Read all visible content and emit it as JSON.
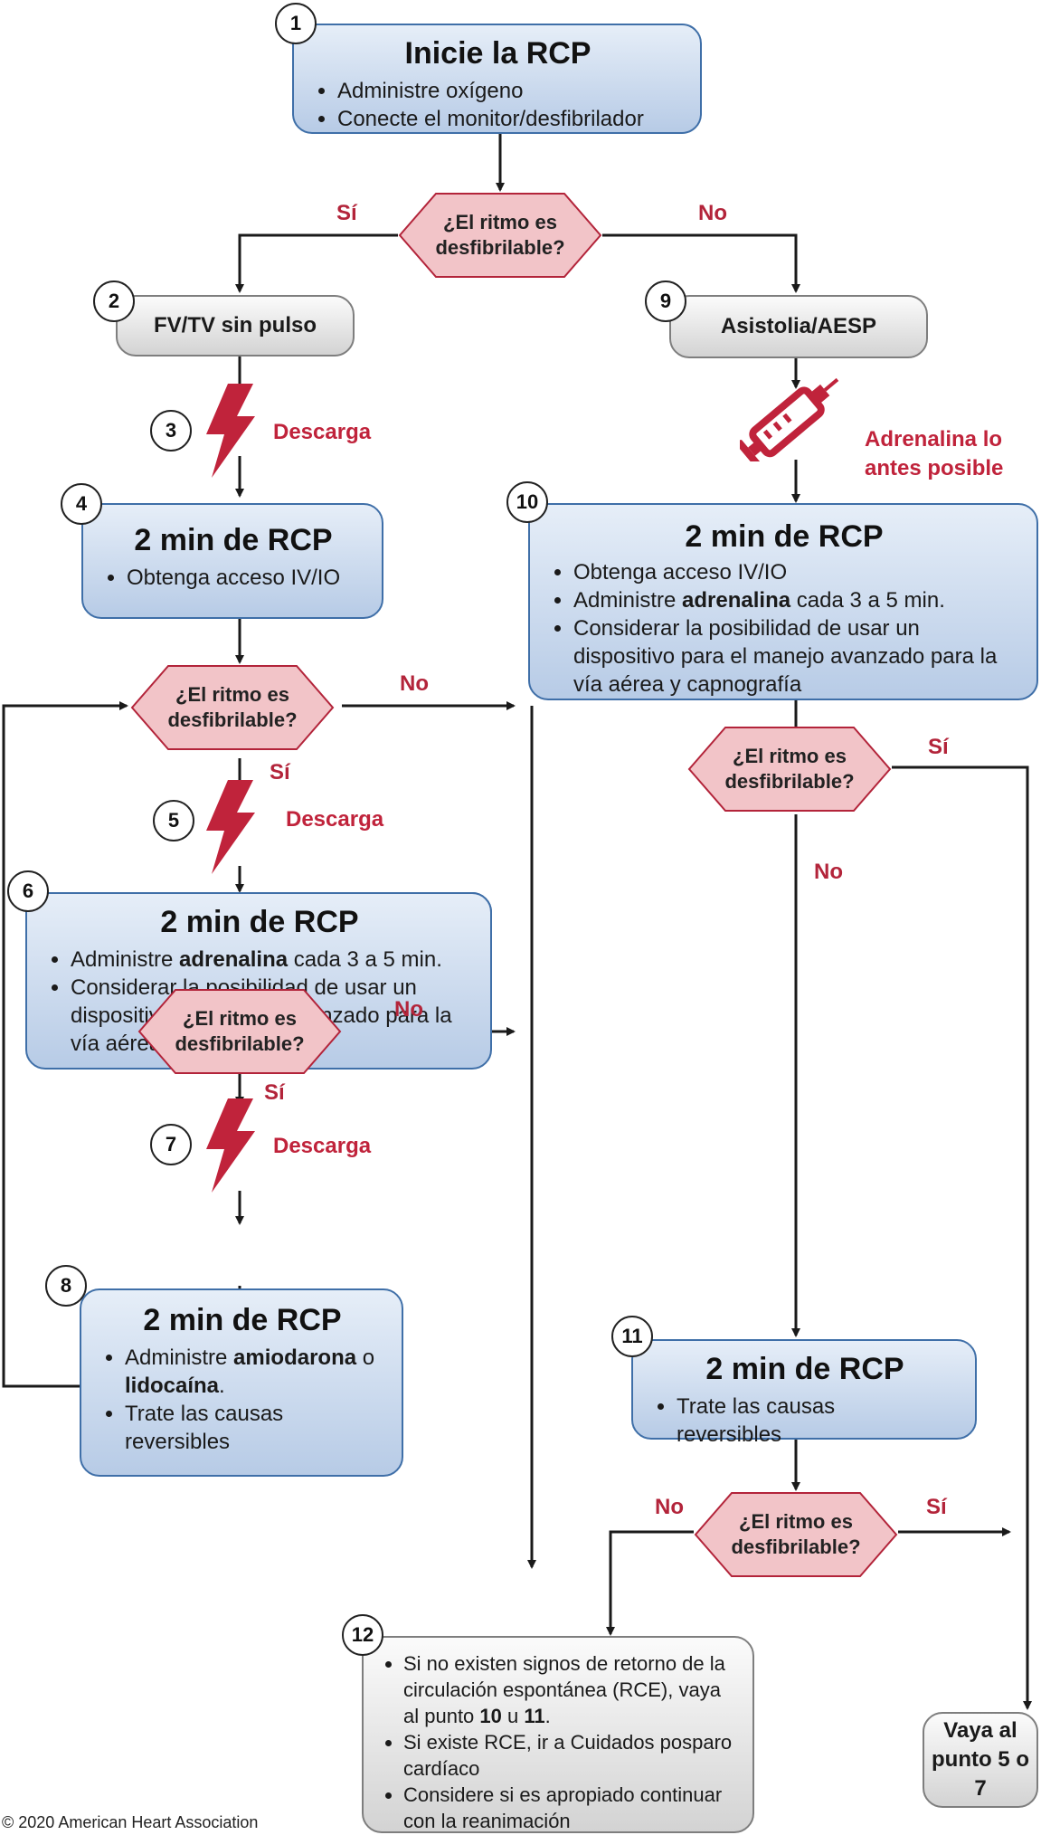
{
  "colors": {
    "box_blue_border": "#3f6fa8",
    "box_blue_fill": "#c4d5ec",
    "diamond_fill": "#f2c4c8",
    "diamond_border": "#b3243a",
    "answer_red": "#b3243a",
    "shock_red": "#c0233b",
    "line": "#1a1a1a"
  },
  "icons": {
    "shock": "lightning-bolt-icon",
    "drug": "syringe-icon"
  },
  "decision_text": "¿El ritmo es desfibrilable?",
  "answers": {
    "yes": "Sí",
    "no": "No"
  },
  "steps": {
    "s1": {
      "num": "1",
      "title": "Inicie la RCP",
      "items": [
        "Administre oxígeno",
        "Conecte el monitor/desfibrilador"
      ]
    },
    "s2": {
      "num": "2",
      "label": "FV/TV sin pulso"
    },
    "s3": {
      "num": "3",
      "action": "Descarga"
    },
    "s4": {
      "num": "4",
      "title": "2 min de RCP",
      "items": [
        "Obtenga acceso IV/IO"
      ]
    },
    "s5": {
      "num": "5",
      "action": "Descarga"
    },
    "s6": {
      "num": "6",
      "title": "2 min de RCP",
      "item1_pre": "Administre ",
      "item1_bold": "adrenalina",
      "item1_post": " cada 3 a 5 min.",
      "item2": "Considerar la posibilidad de usar un dispositivo de manejo avanzado para la vía aérea y capnografía"
    },
    "s7": {
      "num": "7",
      "action": "Descarga"
    },
    "s8": {
      "num": "8",
      "title": "2 min de RCP",
      "item1_pre": "Administre ",
      "item1_bold1": "amiodarona",
      "item1_mid": " o ",
      "item1_bold2": "lidocaína",
      "item1_post": ".",
      "item2": "Trate las causas reversibles"
    },
    "s9": {
      "num": "9",
      "label": "Asistolia/AESP",
      "action": "Adrenalina lo antes posible"
    },
    "s10": {
      "num": "10",
      "title": "2 min de RCP",
      "item1": "Obtenga acceso IV/IO",
      "item2_pre": "Administre ",
      "item2_bold": "adrenalina",
      "item2_post": " cada 3 a 5 min.",
      "item3": "Considerar la posibilidad de usar un dispositivo para el manejo avanzado para la vía aérea y capnografía"
    },
    "s11": {
      "num": "11",
      "title": "2 min de RCP",
      "items": [
        "Trate las causas reversibles"
      ]
    },
    "s12": {
      "num": "12",
      "item1_pre": "Si no existen signos de retorno de la circulación espontánea (RCE), vaya al punto ",
      "item1_b1": "10",
      "item1_mid": " u ",
      "item1_b2": "11",
      "item1_post": ".",
      "item2": "Si existe RCE, ir a Cuidados posparo cardíaco",
      "item3": "Considere si es apropiado continuar con la reanimación"
    },
    "goto": {
      "text": "Vaya al punto 5 o 7"
    }
  },
  "copyright": "© 2020 American Heart Association"
}
